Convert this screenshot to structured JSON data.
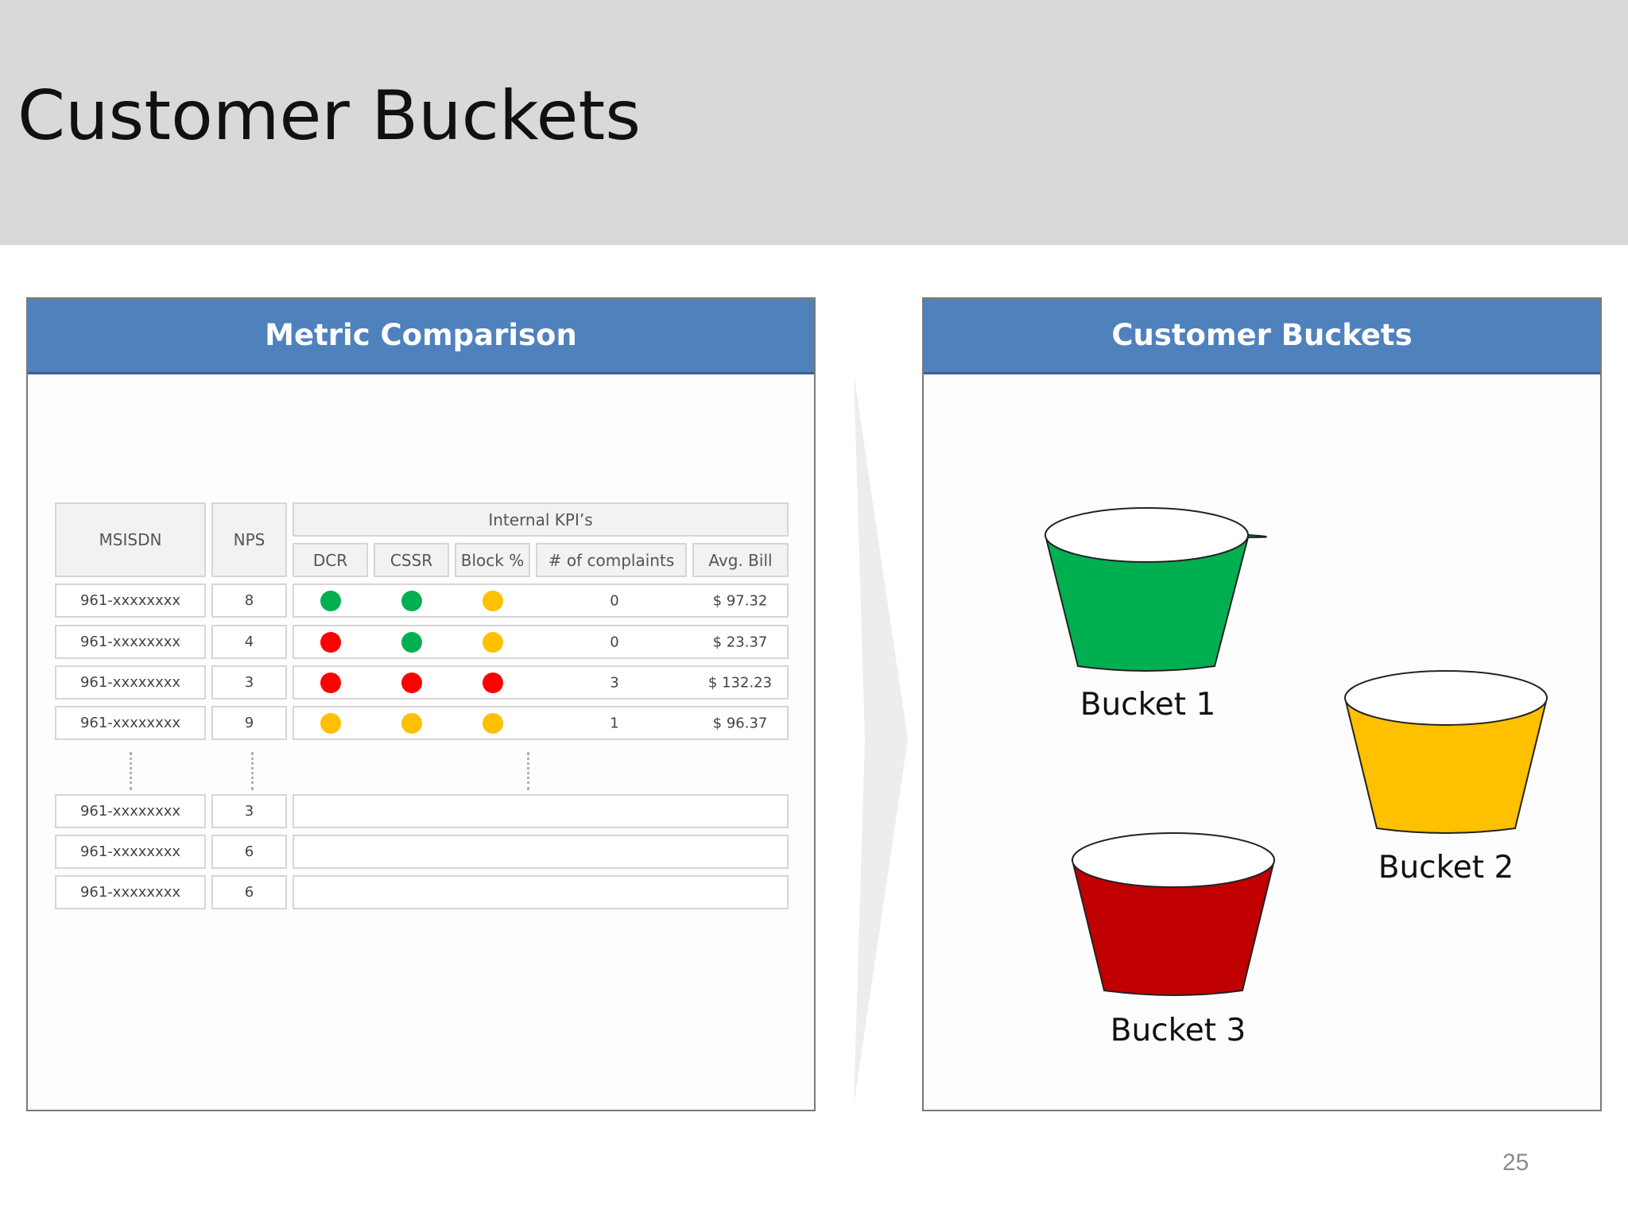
{
  "slide": {
    "title": "Customer Buckets",
    "page_number": "25"
  },
  "left_panel": {
    "title": "Metric Comparison",
    "table": {
      "group_header": "Internal KPI’s",
      "col_msisdn": "MSISDN",
      "col_nps": "NPS",
      "kpi_columns": [
        "DCR",
        "CSSR",
        "Block %",
        "# of complaints",
        "Avg. Bill"
      ],
      "rows": [
        {
          "msisdn": "961-xxxxxxxx",
          "nps": "8",
          "dcr": "green",
          "cssr": "green",
          "block": "amber",
          "complaints": "0",
          "bill": "$ 97.32"
        },
        {
          "msisdn": "961-xxxxxxxx",
          "nps": "4",
          "dcr": "red",
          "cssr": "green",
          "block": "amber",
          "complaints": "0",
          "bill": "$ 23.37"
        },
        {
          "msisdn": "961-xxxxxxxx",
          "nps": "3",
          "dcr": "red",
          "cssr": "red",
          "block": "red",
          "complaints": "3",
          "bill": "$ 132.23"
        },
        {
          "msisdn": "961-xxxxxxxx",
          "nps": "9",
          "dcr": "amber",
          "cssr": "amber",
          "block": "amber",
          "complaints": "1",
          "bill": "$ 96.37"
        }
      ],
      "extra_rows": [
        {
          "msisdn": "961-xxxxxxxx",
          "nps": "3"
        },
        {
          "msisdn": "961-xxxxxxxx",
          "nps": "6"
        },
        {
          "msisdn": "961-xxxxxxxx",
          "nps": "6"
        }
      ]
    }
  },
  "right_panel": {
    "title": "Customer Buckets",
    "buckets": [
      {
        "label": "Bucket 1",
        "color": "#00b050"
      },
      {
        "label": "Bucket 2",
        "color": "#ffc000"
      },
      {
        "label": "Bucket 3",
        "color": "#c00000"
      }
    ]
  },
  "colors": {
    "header_band": "#d9d9d9",
    "panel_header": "#4f81bd",
    "status_green": "#00b050",
    "status_red": "#ff0000",
    "status_amber": "#ffc000"
  }
}
